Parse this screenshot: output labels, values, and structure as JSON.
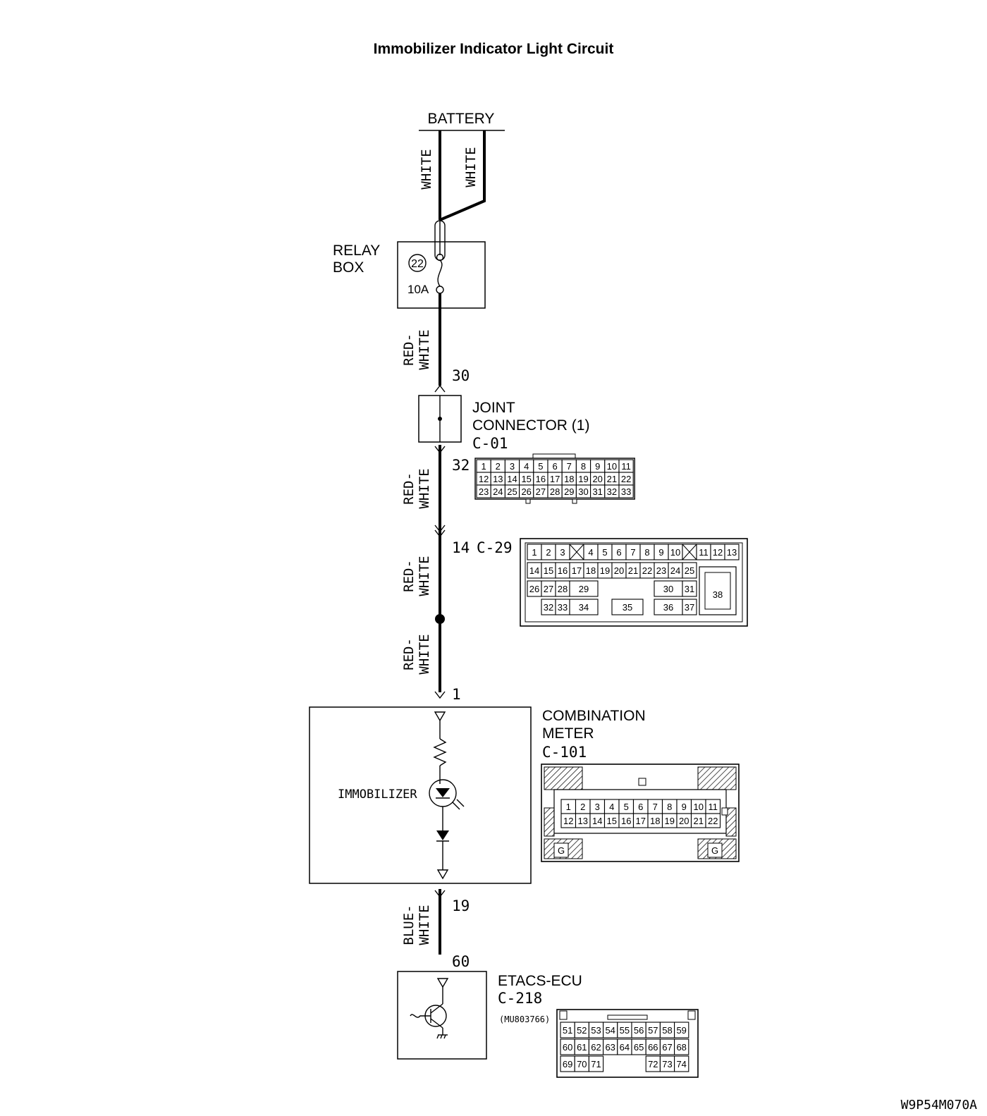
{
  "title": "Immobilizer Indicator Light Circuit",
  "figure_code": "W9P54M070A",
  "battery": {
    "label": "BATTERY",
    "wire_left": "WHITE",
    "wire_right": "WHITE"
  },
  "relay_box": {
    "label_line1": "RELAY",
    "label_line2": "BOX",
    "fuse_number": "22",
    "fuse_rating": "10A"
  },
  "wires": {
    "w1_line1": "RED-",
    "w1_line2": "WHITE",
    "w2_line1": "RED-",
    "w2_line2": "WHITE",
    "w3_line1": "RED-",
    "w3_line2": "WHITE",
    "w4_line1": "RED-",
    "w4_line2": "WHITE",
    "w5_line1": "BLUE-",
    "w5_line2": "WHITE"
  },
  "pins": {
    "p30": "30",
    "p32": "32",
    "p14": "14",
    "p1": "1",
    "p19": "19",
    "p60": "60"
  },
  "joint_connector": {
    "label_line1": "JOINT",
    "label_line2": "CONNECTOR (1)",
    "code": "C-01"
  },
  "c29": {
    "code": "C-29"
  },
  "combination_meter": {
    "label_line1": "COMBINATION",
    "label_line2": "METER",
    "code": "C-101",
    "lamp_label": "IMMOBILIZER"
  },
  "etacs": {
    "label": "ETACS-ECU",
    "code": "C-218",
    "part_number": "(MU803766)"
  },
  "connector_pins": {
    "c01_rows": [
      [
        "1",
        "2",
        "3",
        "4",
        "5",
        "6",
        "7",
        "8",
        "9",
        "10",
        "11"
      ],
      [
        "12",
        "13",
        "14",
        "15",
        "16",
        "17",
        "18",
        "19",
        "20",
        "21",
        "22"
      ],
      [
        "23",
        "24",
        "25",
        "26",
        "27",
        "28",
        "29",
        "30",
        "31",
        "32",
        "33"
      ]
    ],
    "c29_row1": [
      "1",
      "2",
      "3",
      "4",
      "5",
      "6",
      "7",
      "8",
      "9",
      "10",
      "11",
      "12",
      "13"
    ],
    "c29_row2": [
      "14",
      "15",
      "16",
      "17",
      "18",
      "19",
      "20",
      "21",
      "22",
      "23",
      "24",
      "25"
    ],
    "c29_row3": [
      "26",
      "27",
      "28",
      "29",
      "30",
      "31",
      "38"
    ],
    "c29_row4": [
      "32",
      "33",
      "34",
      "35",
      "36",
      "37"
    ],
    "c101_rows": [
      [
        "1",
        "2",
        "3",
        "4",
        "5",
        "6",
        "7",
        "8",
        "9",
        "10",
        "11"
      ],
      [
        "12",
        "13",
        "14",
        "15",
        "16",
        "17",
        "18",
        "19",
        "20",
        "21",
        "22"
      ]
    ],
    "c101_ground": "G",
    "c218_rows": [
      [
        "51",
        "52",
        "53",
        "54",
        "55",
        "56",
        "57",
        "58",
        "59"
      ],
      [
        "60",
        "61",
        "62",
        "63",
        "64",
        "65",
        "66",
        "67",
        "68"
      ],
      [
        "69",
        "70",
        "71",
        "72",
        "73",
        "74"
      ]
    ]
  }
}
